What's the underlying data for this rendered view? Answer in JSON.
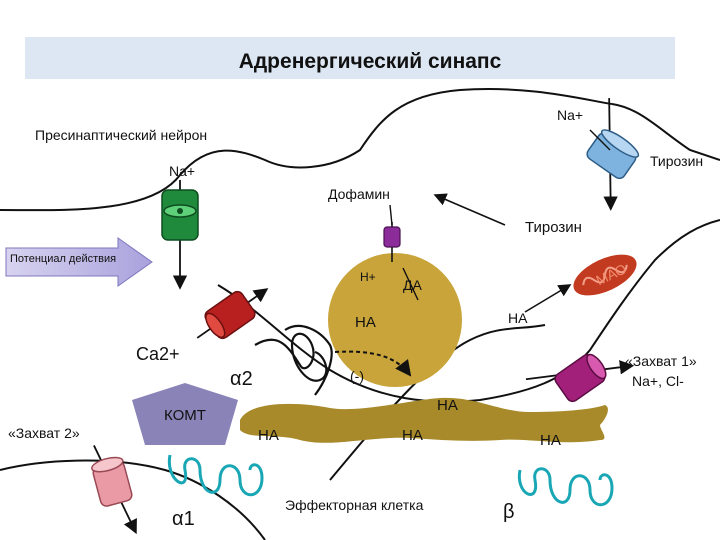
{
  "title": "Адренергический синапс",
  "labels": {
    "presynaptic": "Пресинаптический нейрон",
    "na_top_right": "Na+",
    "na_left": "Na+",
    "tyrosine_right": "Тирозин",
    "dopamine": "Дофамин",
    "tyrosine_center": "Тирозин",
    "action_potential": "Потенциал действия",
    "h_plus": "H+",
    "da": "ДА",
    "na_vesicle": "НА",
    "na_right": "НА",
    "ca": "Ca2+",
    "alpha2": "α2",
    "minus": "(-)",
    "uptake1_line1": "«Захват 1»",
    "uptake1_line2": "Na+, Cl-",
    "komt": "КОМТ",
    "uptake2": "«Захват 2»",
    "na_effector_1": "НА",
    "na_effector_2": "НА",
    "na_effector_top": "НА",
    "na_effector_3": "НА",
    "alpha1": "α1",
    "effector_cell": "Эффекторная клетка",
    "beta": "β",
    "mao": "МАО"
  },
  "colors": {
    "title_band": "#dde7f3",
    "vesicle": "#c8a43a",
    "effector": "#a88a2a",
    "komt_fill": "#8a83b8",
    "green_channel": "#1f8a3b",
    "red_channel": "#b8201f",
    "blue_transporter": "#7fb3df",
    "purple_transporter": "#a3207a",
    "pink_transporter": "#e99aa5",
    "receptor": "#1aa7b5",
    "mito": "#c23a1f"
  },
  "icons": [
    "arrow-icon",
    "channel-icon",
    "transporter-icon",
    "receptor-icon",
    "mitochondrion-icon"
  ]
}
